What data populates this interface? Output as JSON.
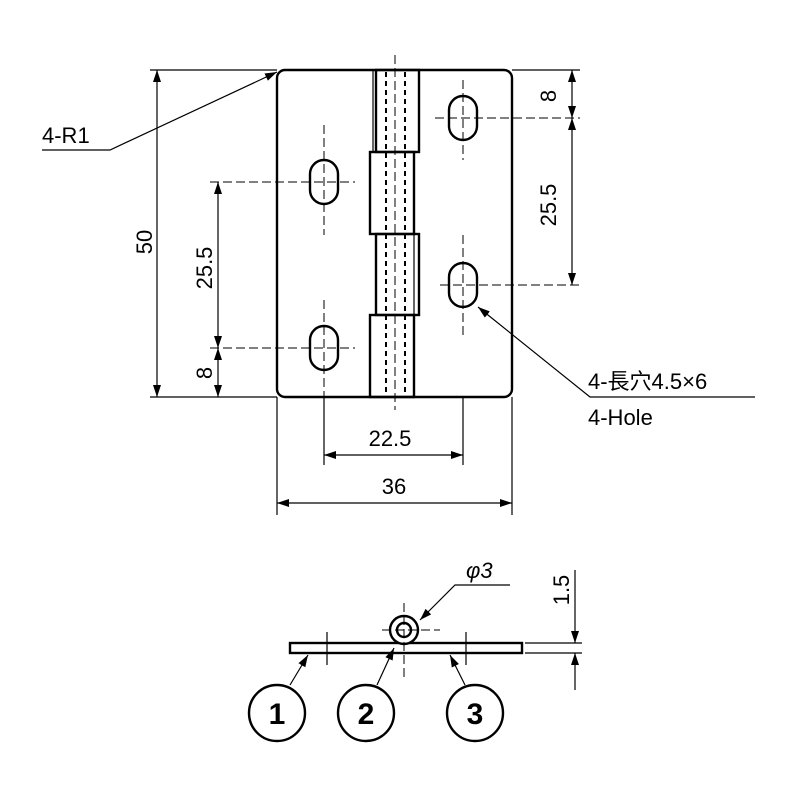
{
  "plan_view": {
    "callout_radius": "4-R1",
    "dim_height_total": "50",
    "dim_left_pitch": "25.5",
    "dim_left_edge": "8",
    "dim_right_edge": "8",
    "dim_right_pitch": "25.5",
    "dim_hole_pitch_horizontal": "22.5",
    "dim_width_total": "36",
    "callout_holes_jp": "4-長穴4.5×6",
    "callout_holes_en": "4-Hole"
  },
  "side_view": {
    "dim_pin_diameter": "φ3",
    "dim_thickness": "1.5",
    "balloons": [
      "1",
      "2",
      "3"
    ]
  }
}
